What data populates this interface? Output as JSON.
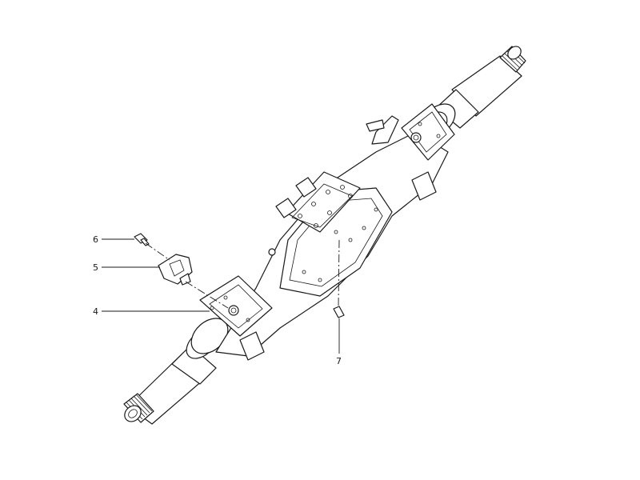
{
  "callouts": {
    "c4": "4",
    "c5": "5",
    "c6": "6",
    "c7": "7"
  },
  "colors": {
    "line": "#1a1a1a",
    "background": "#ffffff"
  }
}
